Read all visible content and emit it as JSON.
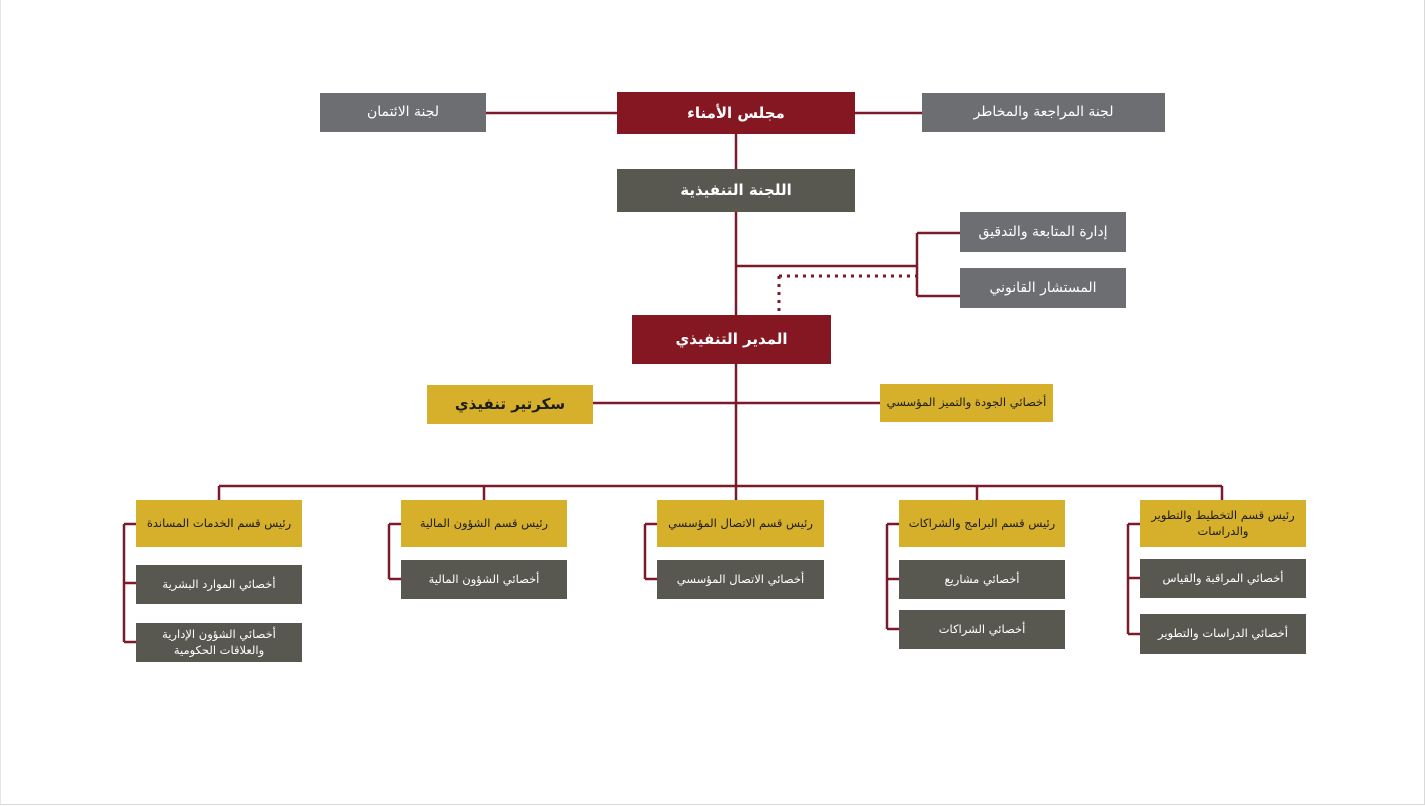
{
  "chart": {
    "board": "مجلس الأمناء",
    "trust_committee": "لجنة الائتمان",
    "audit_risk_committee": "لجنة المراجعة والمخاطر",
    "executive_committee": "اللجنة التنفيذية",
    "followup_audit": "إدارة المتابعة والتدقيق",
    "legal_advisor": "المستشار القانوني",
    "executive_director": "المدير التنفيذي",
    "executive_secretary": "سكرتير تنفيذي",
    "quality_specialist": "أخصائي الجودة والتميز المؤسسي",
    "departments": [
      {
        "head": "رئيس قسم الخدمات المساندة",
        "specialists": [
          "أخصائي الموارد البشرية",
          "أخصائي الشؤون الإدارية والعلاقات الحكومية"
        ]
      },
      {
        "head": "رئيس قسم الشؤون المالية",
        "specialists": [
          "أخصائي الشؤون المالية"
        ]
      },
      {
        "head": "رئيس قسم الاتصال المؤسسي",
        "specialists": [
          "أخصائي الاتصال المؤسسي"
        ]
      },
      {
        "head": "رئيس قسم البرامج والشراكات",
        "specialists": [
          "أخصائي مشاريع",
          "أخصائي الشراكات"
        ]
      },
      {
        "head": "رئيس قسم التخطيط والتطوير والدراسات",
        "specialists": [
          "أخصائي المراقبة والقياس",
          "أخصائي الدراسات والتطوير"
        ]
      }
    ]
  },
  "colors": {
    "line": "#7a1a2b",
    "red": "#851722",
    "gray": "#6d6e71",
    "olive": "#585851",
    "gold": "#d6af2b"
  }
}
